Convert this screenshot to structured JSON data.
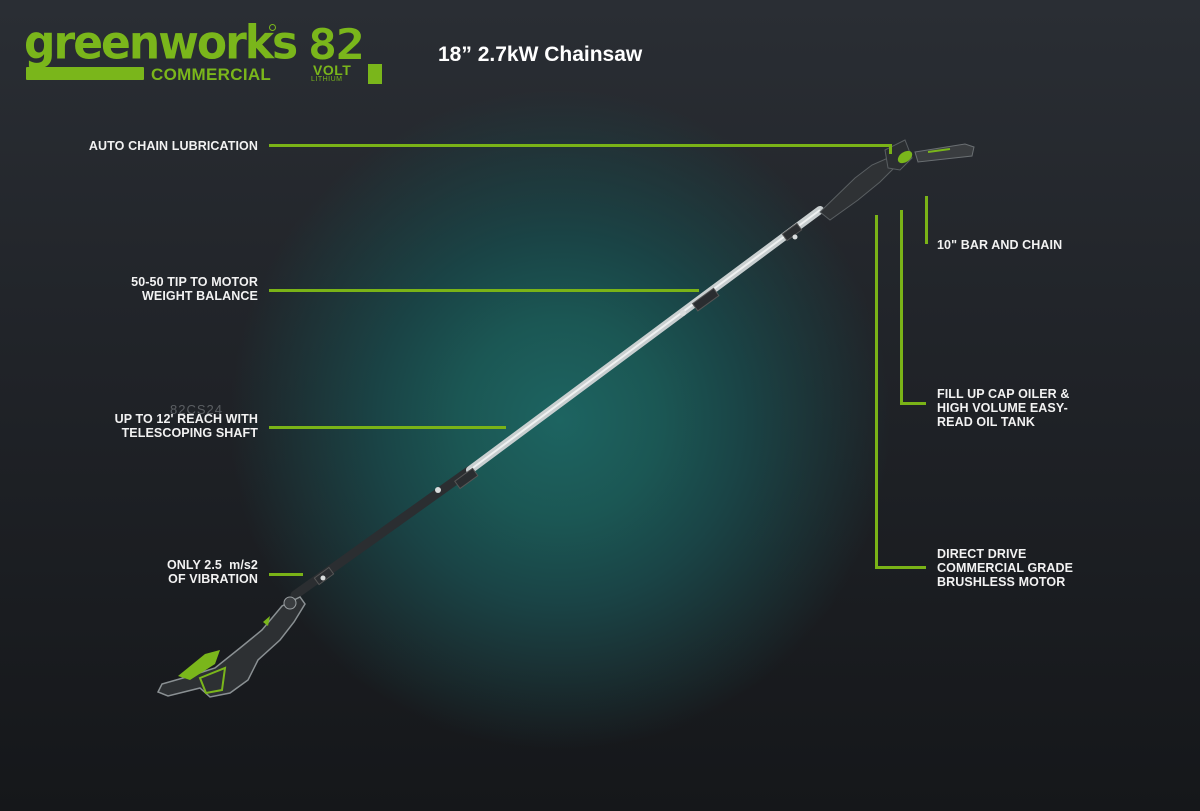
{
  "brand": {
    "name": "greenworks",
    "sub": "COMMERCIAL",
    "voltage": "82",
    "volt_word": "VOLT",
    "volt_sub": "LITHIUM",
    "accent_color": "#7ab61b"
  },
  "header": {
    "title": "18” 2.7kW Chainsaw"
  },
  "watermark": "82CS24",
  "features_left": [
    {
      "id": "auto-chain-lubrication",
      "text": "AUTO CHAIN LUBRICATION"
    },
    {
      "id": "weight-balance",
      "text": "50-50 TIP TO MOTOR\nWEIGHT BALANCE"
    },
    {
      "id": "telescoping-shaft",
      "text": "UP TO 12' REACH WITH\nTELESCOPING SHAFT"
    },
    {
      "id": "vibration",
      "text": "ONLY 2.5  m/s2\nOF VIBRATION"
    }
  ],
  "features_right": [
    {
      "id": "bar-and-chain",
      "text": "10\" BAR AND CHAIN"
    },
    {
      "id": "oil-tank",
      "text": "FILL UP CAP OILER &\nHIGH VOLUME EASY-\nREAD OIL TANK"
    },
    {
      "id": "brushless-motor",
      "text": "DIRECT DRIVE\nCOMMERCIAL GRADE\nBRUSHLESS MOTOR"
    }
  ],
  "colors": {
    "callout_line": "#7ab317",
    "background_dark": "#1c1f23",
    "spotlight_teal": "#1d6461",
    "text": "#f2f2f2"
  }
}
